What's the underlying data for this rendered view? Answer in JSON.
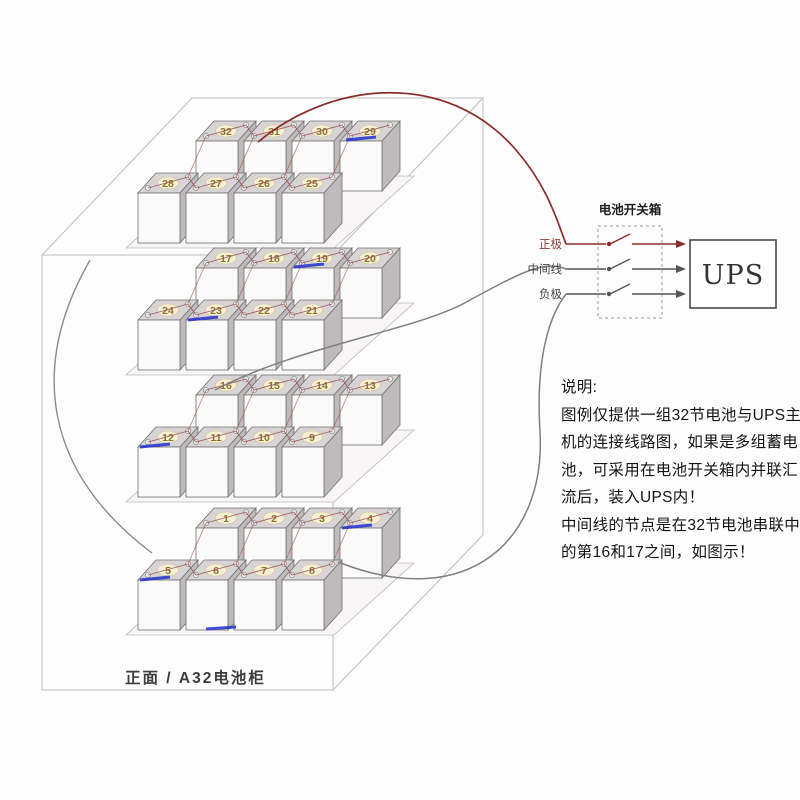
{
  "cabinet_caption": "正面 / A32电池柜",
  "switch_box": {
    "title": "电池开关箱",
    "terminals": [
      {
        "label": "正极"
      },
      {
        "label": "中间线"
      },
      {
        "label": "负极"
      }
    ]
  },
  "ups": {
    "label": "UPS"
  },
  "notes": {
    "heading": "说明:",
    "lines": [
      "图例仅提供一组32节电池与UPS主",
      "机的连接线路图，如果是多组蓄电",
      "池，可采用在电池开关箱内并联汇",
      "流后，装入UPS内！",
      "中间线的节点是在32节电池串联中",
      "的第16和17之间，如图示！"
    ]
  },
  "batteries": {
    "shelves": [
      {
        "back": [
          32,
          31,
          30,
          29
        ],
        "front": [
          28,
          27,
          26,
          25
        ]
      },
      {
        "back": [
          17,
          18,
          19,
          20
        ],
        "front": [
          24,
          23,
          22,
          21
        ]
      },
      {
        "back": [
          16,
          15,
          14,
          13
        ],
        "front": [
          12,
          11,
          10,
          9
        ]
      },
      {
        "back": [
          1,
          2,
          3,
          4
        ],
        "front": [
          5,
          6,
          7,
          8
        ]
      }
    ]
  },
  "colors": {
    "positive_wire": "#8b2b2b",
    "neutral_wire": "#7f7f7f",
    "tape_mark": "#2230cf",
    "cabinet_line": "#c4bfbf"
  }
}
